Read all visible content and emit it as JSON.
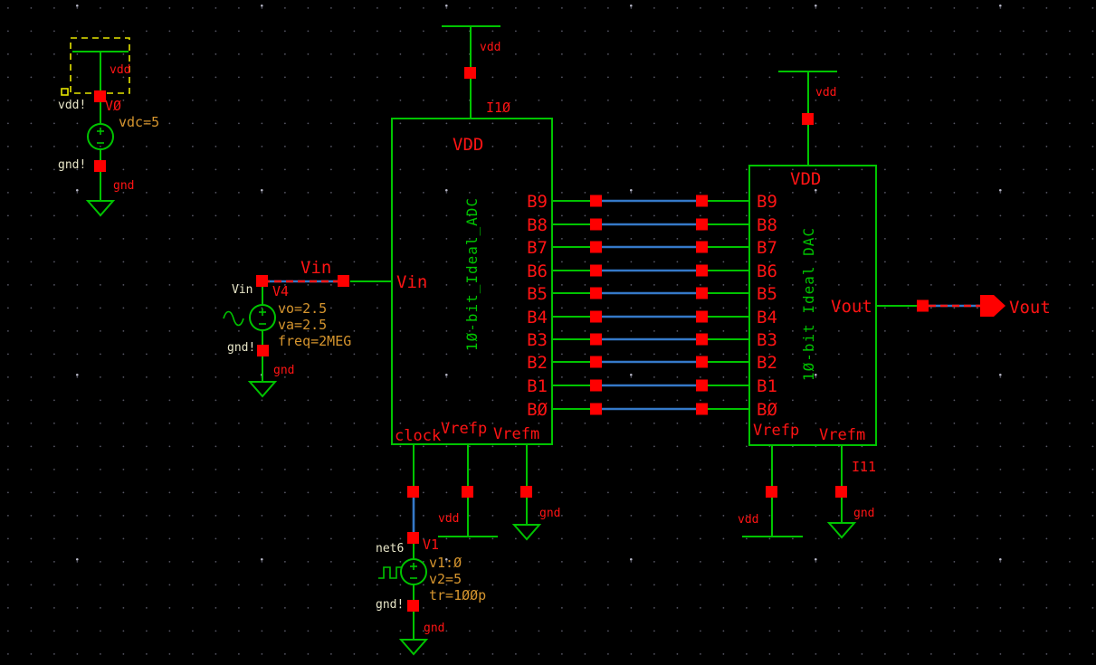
{
  "editor": {
    "palette": {
      "background": "#000000",
      "wire_green": "#00c400",
      "bus_blue": "#3579c8",
      "label_red": "#ff1414",
      "pin_red": "#ff0000",
      "param_orange": "#d6952e",
      "net_cream": "#e8e6c8",
      "selection_yellow": "#e6e600",
      "grid_dot": "#565664"
    }
  },
  "rails": {
    "vdd": "vdd",
    "gnd": "gnd"
  },
  "sources": {
    "v0": {
      "name": "VØ",
      "net_top": "vdd!",
      "net_bottom": "gnd!",
      "param1": "vdc=5"
    },
    "v4": {
      "name": "V4",
      "wire_net": "Vin",
      "net_left": "Vin",
      "net_bottom": "gnd!",
      "param1": "vo=2.5",
      "param2": "va=2.5",
      "param3": "freq=2MEG"
    },
    "v1": {
      "name": "V1",
      "net_top": "net6",
      "net_bottom": "gnd!",
      "param1": "v1:Ø",
      "param2": "v2=5",
      "param3": "tr=1ØØp"
    }
  },
  "adc": {
    "name": "I1Ø",
    "cell": "1Ø-bit_Ideal_ADC",
    "pin_vdd": "VDD",
    "pin_vin": "Vin",
    "pin_clock": "clock",
    "pin_vrefp": "Vrefp",
    "pin_vrefm": "Vrefm"
  },
  "dac": {
    "name": "I11",
    "cell": "1Ø-bit Ideal DAC",
    "pin_vdd": "VDD",
    "pin_vout": "Vout",
    "pin_vrefp": "Vrefp",
    "pin_vrefm": "Vrefm"
  },
  "bus": {
    "bits": [
      "B9",
      "B8",
      "B7",
      "B6",
      "B5",
      "B4",
      "B3",
      "B2",
      "B1",
      "BØ"
    ]
  },
  "output": {
    "label": "Vout"
  }
}
